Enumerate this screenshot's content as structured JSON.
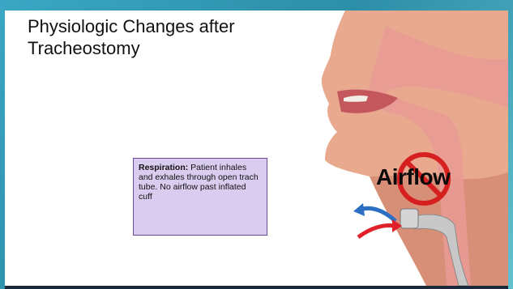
{
  "slide": {
    "title_line1": "Physiologic Changes after",
    "title_line2": "Tracheostomy"
  },
  "callout": {
    "heading": "Respiration:",
    "body": " Patient inhales and exhales through open trach tube. No airflow past inflated cuff"
  },
  "illustration": {
    "airflow_label": "Airflow",
    "prohibited_icon": "no-symbol-icon",
    "colors": {
      "inhale_arrow": "#e0202a",
      "exhale_arrow": "#2a6fc4",
      "no_symbol": "#d62020",
      "callout_bg": "#d9ccef"
    }
  }
}
